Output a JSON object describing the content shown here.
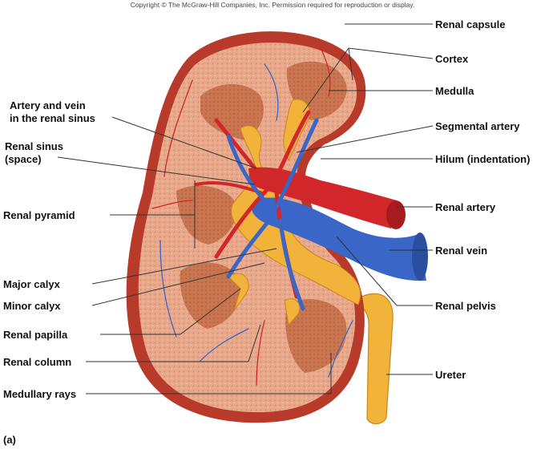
{
  "copyright": "Copyright © The McGraw-Hill Companies, Inc. Permission required for reproduction or display.",
  "figure_letter": "(a)",
  "labels": {
    "renal_capsule": "Renal capsule",
    "cortex": "Cortex",
    "medulla": "Medulla",
    "segmental_artery": "Segmental artery",
    "hilum": "Hilum (indentation)",
    "renal_artery": "Renal artery",
    "renal_vein": "Renal vein",
    "renal_pelvis": "Renal pelvis",
    "ureter": "Ureter",
    "artery_vein_line1": "Artery and vein",
    "artery_vein_line2": "in the renal sinus",
    "renal_sinus_line1": "Renal sinus",
    "renal_sinus_line2": "(space)",
    "renal_pyramid": "Renal pyramid",
    "major_calyx": "Major calyx",
    "minor_calyx": "Minor calyx",
    "renal_papilla": "Renal papilla",
    "renal_column": "Renal column",
    "medullary_rays": "Medullary rays"
  },
  "colors": {
    "capsule": "#b83a2a",
    "cortex": "#e9a486",
    "pyramid": "#c4714a",
    "artery": "#d1262a",
    "vein": "#3a66c8",
    "pelvis": "#f2b33a",
    "leader": "#333333"
  }
}
